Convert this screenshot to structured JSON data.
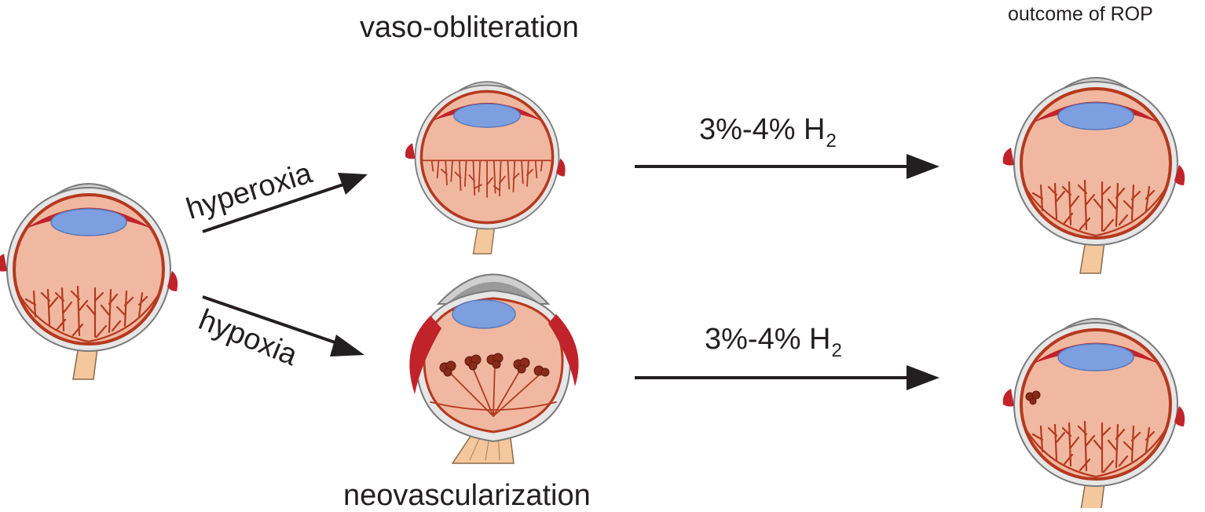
{
  "labels": {
    "vaso": "vaso-obliteration",
    "neo": "neovascularization",
    "outcome": "outcome of ROP",
    "hyperoxia": "hyperoxia",
    "hypoxia": "hypoxia",
    "h2_top_main": "3%-4% H",
    "h2_top_sub": "2",
    "h2_bottom_main": "3%-4% H",
    "h2_bottom_sub": "2"
  },
  "colors": {
    "sclera": "#dcdcdc",
    "outline": "#7a7a7a",
    "retina": "#f0b8a0",
    "vessel": "#b5391f",
    "lens": "#7d9fe0",
    "cornea": "#9a9a9a",
    "iris": "#c0232a",
    "nerve": "#f4c79c",
    "arrow": "#231f20",
    "text": "#231f20"
  },
  "icons": [
    "eye-diagram"
  ]
}
